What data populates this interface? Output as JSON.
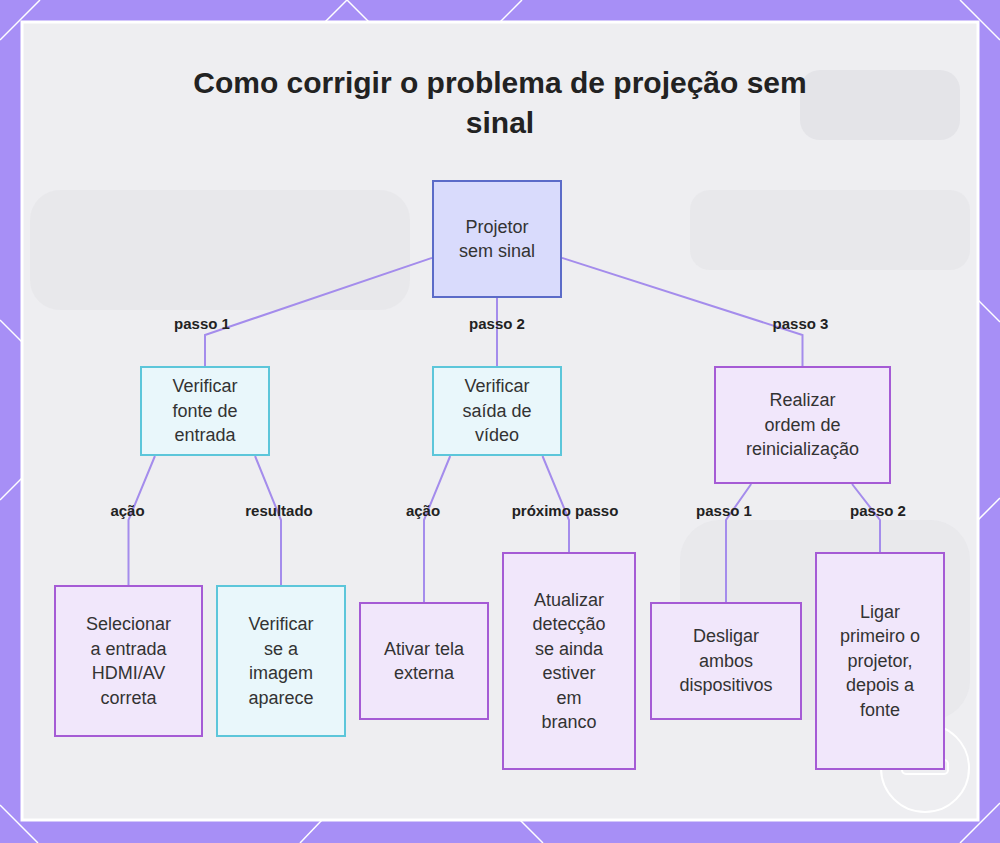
{
  "diagram": {
    "title": "Como corrigir o problema de projeção sem sinal",
    "nodes": [
      {
        "text": [
          "Projetor sem sinal"
        ]
      },
      {
        "text": [
          "Verificar fonte de entrada"
        ]
      },
      {
        "text": [
          "Verificar saída de vídeo"
        ]
      },
      {
        "text": [
          "Realizar ordem de reinicialização"
        ]
      },
      {
        "text": [
          "Selecionar a entrada HDMI/AV correta"
        ]
      },
      {
        "text": [
          "Verificar se a imagem aparece"
        ]
      },
      {
        "text": [
          "Ativar tela externa"
        ]
      },
      {
        "text": [
          "Atualizar detecção se ainda estiver em branco"
        ]
      },
      {
        "text": [
          "Desligar ambos dispositivos"
        ]
      },
      {
        "text": [
          "Ligar primeiro o projetor, depois a fonte"
        ]
      }
    ],
    "edges": [
      {
        "from": 0,
        "to": 1,
        "arrow": "none",
        "label": "passo 1"
      },
      {
        "from": 0,
        "to": 2,
        "arrow": "none",
        "label": "passo 2"
      },
      {
        "from": 0,
        "to": 3,
        "arrow": "none",
        "label": "passo 3"
      },
      {
        "from": 1,
        "to": 4,
        "arrow": "none",
        "label": "ação"
      },
      {
        "from": 1,
        "to": 5,
        "arrow": "none",
        "label": "resultado"
      },
      {
        "from": 2,
        "to": 6,
        "arrow": "none",
        "label": "ação"
      },
      {
        "from": 2,
        "to": 7,
        "arrow": "none",
        "label": "próximo passo"
      },
      {
        "from": 3,
        "to": 8,
        "arrow": "none",
        "label": "passo 1"
      },
      {
        "from": 3,
        "to": 9,
        "arrow": "none",
        "label": "passo 2"
      }
    ]
  }
}
